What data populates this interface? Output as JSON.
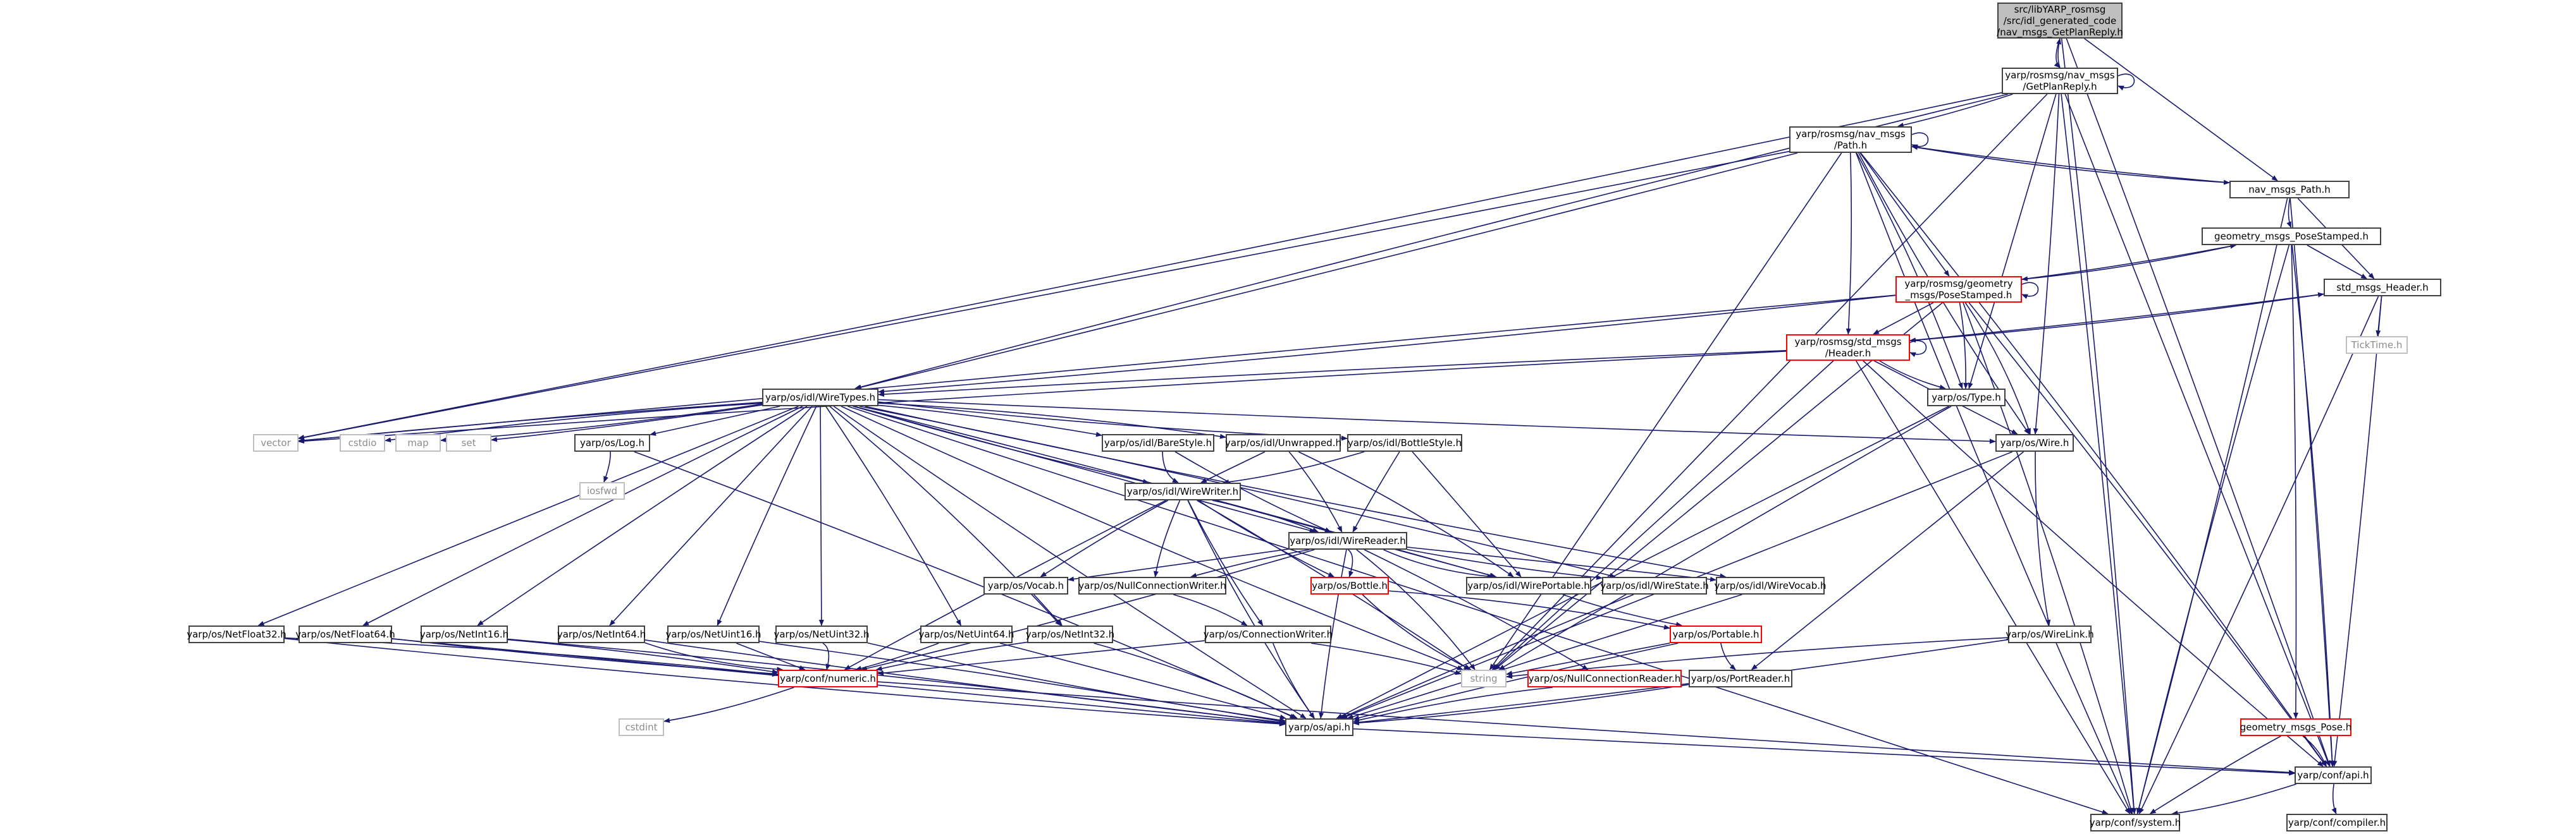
{
  "colors": {
    "edge": "#191970",
    "node_border": "#404040",
    "missing_border": "#ff0000",
    "external_border": "#bfbfbf",
    "root_fill": "#bfbfbf"
  },
  "nodes": [
    {
      "id": "root",
      "lines": [
        "src/libYARP_rosmsg",
        "/src/idl_generated_code",
        "/nav_msgs_GetPlanReply.h"
      ],
      "style": "root"
    },
    {
      "id": "getplan",
      "lines": [
        "yarp/rosmsg/nav_msgs",
        "/GetPlanReply.h"
      ],
      "style": "normal"
    },
    {
      "id": "path_h",
      "lines": [
        "yarp/rosmsg/nav_msgs",
        "/Path.h"
      ],
      "style": "normal"
    },
    {
      "id": "nav_path",
      "lines": [
        "nav_msgs_Path.h"
      ],
      "style": "normal"
    },
    {
      "id": "geo_ps",
      "lines": [
        "geometry_msgs_PoseStamped.h"
      ],
      "style": "normal"
    },
    {
      "id": "ros_geo_ps",
      "lines": [
        "yarp/rosmsg/geometry",
        "_msgs/PoseStamped.h"
      ],
      "style": "red"
    },
    {
      "id": "std_hdr",
      "lines": [
        "std_msgs_Header.h"
      ],
      "style": "normal"
    },
    {
      "id": "ros_std_hdr",
      "lines": [
        "yarp/rosmsg/std_msgs",
        "/Header.h"
      ],
      "style": "red"
    },
    {
      "id": "ticktime",
      "lines": [
        "TickTime.h"
      ],
      "style": "gray"
    },
    {
      "id": "type_h",
      "lines": [
        "yarp/os/Type.h"
      ],
      "style": "normal"
    },
    {
      "id": "wire_h",
      "lines": [
        "yarp/os/Wire.h"
      ],
      "style": "normal"
    },
    {
      "id": "wiretypes",
      "lines": [
        "yarp/os/idl/WireTypes.h"
      ],
      "style": "normal"
    },
    {
      "id": "vector",
      "lines": [
        "vector"
      ],
      "style": "gray"
    },
    {
      "id": "cstdio",
      "lines": [
        "cstdio"
      ],
      "style": "gray"
    },
    {
      "id": "map",
      "lines": [
        "map"
      ],
      "style": "gray"
    },
    {
      "id": "set",
      "lines": [
        "set"
      ],
      "style": "gray"
    },
    {
      "id": "log_h",
      "lines": [
        "yarp/os/Log.h"
      ],
      "style": "normal"
    },
    {
      "id": "iosfwd",
      "lines": [
        "iosfwd"
      ],
      "style": "gray"
    },
    {
      "id": "barestyle",
      "lines": [
        "yarp/os/idl/BareStyle.h"
      ],
      "style": "normal"
    },
    {
      "id": "unwrapped",
      "lines": [
        "yarp/os/idl/Unwrapped.h"
      ],
      "style": "normal"
    },
    {
      "id": "bottlestyle",
      "lines": [
        "yarp/os/idl/BottleStyle.h"
      ],
      "style": "normal"
    },
    {
      "id": "wirewriter",
      "lines": [
        "yarp/os/idl/WireWriter.h"
      ],
      "style": "normal"
    },
    {
      "id": "wirereader",
      "lines": [
        "yarp/os/idl/WireReader.h"
      ],
      "style": "normal"
    },
    {
      "id": "vocab_h",
      "lines": [
        "yarp/os/Vocab.h"
      ],
      "style": "normal"
    },
    {
      "id": "nullconnwriter",
      "lines": [
        "yarp/os/NullConnectionWriter.h"
      ],
      "style": "normal"
    },
    {
      "id": "bottle_h",
      "lines": [
        "yarp/os/Bottle.h"
      ],
      "style": "red"
    },
    {
      "id": "wireportable",
      "lines": [
        "yarp/os/idl/WirePortable.h"
      ],
      "style": "normal"
    },
    {
      "id": "wirestate",
      "lines": [
        "yarp/os/idl/WireState.h"
      ],
      "style": "normal"
    },
    {
      "id": "wirevocab",
      "lines": [
        "yarp/os/idl/WireVocab.h"
      ],
      "style": "normal"
    },
    {
      "id": "wirelink",
      "lines": [
        "yarp/os/WireLink.h"
      ],
      "style": "normal"
    },
    {
      "id": "netfloat32",
      "lines": [
        "yarp/os/NetFloat32.h"
      ],
      "style": "normal"
    },
    {
      "id": "netfloat64",
      "lines": [
        "yarp/os/NetFloat64.h"
      ],
      "style": "normal"
    },
    {
      "id": "netint16",
      "lines": [
        "yarp/os/NetInt16.h"
      ],
      "style": "normal"
    },
    {
      "id": "netint64",
      "lines": [
        "yarp/os/NetInt64.h"
      ],
      "style": "normal"
    },
    {
      "id": "netuint16",
      "lines": [
        "yarp/os/NetUint16.h"
      ],
      "style": "normal"
    },
    {
      "id": "netuint32",
      "lines": [
        "yarp/os/NetUint32.h"
      ],
      "style": "normal"
    },
    {
      "id": "netuint64",
      "lines": [
        "yarp/os/NetUint64.h"
      ],
      "style": "normal"
    },
    {
      "id": "netint32",
      "lines": [
        "yarp/os/NetInt32.h"
      ],
      "style": "normal"
    },
    {
      "id": "connwriter",
      "lines": [
        "yarp/os/ConnectionWriter.h"
      ],
      "style": "normal"
    },
    {
      "id": "portable_h",
      "lines": [
        "yarp/os/Portable.h"
      ],
      "style": "red"
    },
    {
      "id": "string",
      "lines": [
        "string"
      ],
      "style": "gray"
    },
    {
      "id": "nullconnreader",
      "lines": [
        "yarp/os/NullConnectionReader.h"
      ],
      "style": "red"
    },
    {
      "id": "portreader",
      "lines": [
        "yarp/os/PortReader.h"
      ],
      "style": "normal"
    },
    {
      "id": "numeric",
      "lines": [
        "yarp/conf/numeric.h"
      ],
      "style": "red"
    },
    {
      "id": "api_os",
      "lines": [
        "yarp/os/api.h"
      ],
      "style": "normal"
    },
    {
      "id": "cstdint",
      "lines": [
        "cstdint"
      ],
      "style": "gray"
    },
    {
      "id": "geo_pose",
      "lines": [
        "geometry_msgs_Pose.h"
      ],
      "style": "red"
    },
    {
      "id": "conf_api",
      "lines": [
        "yarp/conf/api.h"
      ],
      "style": "normal"
    },
    {
      "id": "conf_system",
      "lines": [
        "yarp/conf/system.h"
      ],
      "style": "normal"
    },
    {
      "id": "conf_compiler",
      "lines": [
        "yarp/conf/compiler.h"
      ],
      "style": "normal"
    }
  ],
  "edges": [
    [
      "root",
      "getplan"
    ],
    [
      "getplan",
      "root"
    ],
    [
      "root",
      "nav_path"
    ],
    [
      "root",
      "conf_api"
    ],
    [
      "root",
      "conf_system"
    ],
    [
      "getplan",
      "getplan"
    ],
    [
      "getplan",
      "path_h"
    ],
    [
      "getplan",
      "type_h"
    ],
    [
      "getplan",
      "wire_h"
    ],
    [
      "getplan",
      "wiretypes"
    ],
    [
      "getplan",
      "vector"
    ],
    [
      "getplan",
      "string"
    ],
    [
      "getplan",
      "conf_api"
    ],
    [
      "getplan",
      "conf_system"
    ],
    [
      "path_h",
      "path_h"
    ],
    [
      "path_h",
      "nav_path"
    ],
    [
      "nav_path",
      "path_h"
    ],
    [
      "path_h",
      "ros_geo_ps"
    ],
    [
      "path_h",
      "ros_std_hdr"
    ],
    [
      "path_h",
      "type_h"
    ],
    [
      "path_h",
      "wire_h"
    ],
    [
      "path_h",
      "wiretypes"
    ],
    [
      "path_h",
      "vector"
    ],
    [
      "path_h",
      "string"
    ],
    [
      "path_h",
      "conf_api"
    ],
    [
      "path_h",
      "conf_system"
    ],
    [
      "nav_path",
      "geo_ps"
    ],
    [
      "nav_path",
      "std_hdr"
    ],
    [
      "nav_path",
      "conf_api"
    ],
    [
      "nav_path",
      "conf_system"
    ],
    [
      "geo_ps",
      "ros_geo_ps"
    ],
    [
      "ros_geo_ps",
      "geo_ps"
    ],
    [
      "geo_ps",
      "std_hdr"
    ],
    [
      "geo_ps",
      "geo_pose"
    ],
    [
      "geo_ps",
      "conf_api"
    ],
    [
      "geo_ps",
      "conf_system"
    ],
    [
      "ros_geo_ps",
      "ros_geo_ps"
    ],
    [
      "ros_geo_ps",
      "ros_std_hdr"
    ],
    [
      "ros_geo_ps",
      "type_h"
    ],
    [
      "ros_geo_ps",
      "wire_h"
    ],
    [
      "ros_geo_ps",
      "wiretypes"
    ],
    [
      "ros_geo_ps",
      "vector"
    ],
    [
      "ros_geo_ps",
      "string"
    ],
    [
      "ros_geo_ps",
      "conf_api"
    ],
    [
      "ros_geo_ps",
      "conf_system"
    ],
    [
      "std_hdr",
      "ros_std_hdr"
    ],
    [
      "ros_std_hdr",
      "std_hdr"
    ],
    [
      "std_hdr",
      "ticktime"
    ],
    [
      "std_hdr",
      "conf_api"
    ],
    [
      "std_hdr",
      "conf_system"
    ],
    [
      "ros_std_hdr",
      "ros_std_hdr"
    ],
    [
      "ros_std_hdr",
      "type_h"
    ],
    [
      "ros_std_hdr",
      "wire_h"
    ],
    [
      "ros_std_hdr",
      "wiretypes"
    ],
    [
      "ros_std_hdr",
      "vector"
    ],
    [
      "ros_std_hdr",
      "string"
    ],
    [
      "ros_std_hdr",
      "conf_api"
    ],
    [
      "ros_std_hdr",
      "conf_system"
    ],
    [
      "type_h",
      "api_os"
    ],
    [
      "type_h",
      "string"
    ],
    [
      "wire_h",
      "wirelink"
    ],
    [
      "wire_h",
      "portreader"
    ],
    [
      "wire_h",
      "api_os"
    ],
    [
      "wiretypes",
      "vector"
    ],
    [
      "wiretypes",
      "cstdio"
    ],
    [
      "wiretypes",
      "map"
    ],
    [
      "wiretypes",
      "set"
    ],
    [
      "wiretypes",
      "log_h"
    ],
    [
      "wiretypes",
      "barestyle"
    ],
    [
      "wiretypes",
      "unwrapped"
    ],
    [
      "wiretypes",
      "bottlestyle"
    ],
    [
      "wiretypes",
      "wirewriter"
    ],
    [
      "wiretypes",
      "wirereader"
    ],
    [
      "wiretypes",
      "wireportable"
    ],
    [
      "wiretypes",
      "wirestate"
    ],
    [
      "wiretypes",
      "wirevocab"
    ],
    [
      "wiretypes",
      "wire_h"
    ],
    [
      "wiretypes",
      "netfloat32"
    ],
    [
      "wiretypes",
      "netfloat64"
    ],
    [
      "wiretypes",
      "netint16"
    ],
    [
      "wiretypes",
      "netint64"
    ],
    [
      "wiretypes",
      "netuint16"
    ],
    [
      "wiretypes",
      "netuint32"
    ],
    [
      "wiretypes",
      "netuint64"
    ],
    [
      "wiretypes",
      "netint32"
    ],
    [
      "wiretypes",
      "string"
    ],
    [
      "wiretypes",
      "api_os"
    ],
    [
      "wiretypes",
      "conf_system"
    ],
    [
      "log_h",
      "iosfwd"
    ],
    [
      "log_h",
      "api_os"
    ],
    [
      "barestyle",
      "wirewriter"
    ],
    [
      "barestyle",
      "wirereader"
    ],
    [
      "unwrapped",
      "wirewriter"
    ],
    [
      "unwrapped",
      "wirereader"
    ],
    [
      "unwrapped",
      "wireportable"
    ],
    [
      "bottlestyle",
      "wirewriter"
    ],
    [
      "bottlestyle",
      "wirereader"
    ],
    [
      "bottlestyle",
      "wireportable"
    ],
    [
      "wirewriter",
      "wirereader"
    ],
    [
      "wirewriter",
      "vocab_h"
    ],
    [
      "wirewriter",
      "nullconnwriter"
    ],
    [
      "wirewriter",
      "bottle_h"
    ],
    [
      "wirewriter",
      "wireportable"
    ],
    [
      "wirewriter",
      "string"
    ],
    [
      "wirewriter",
      "numeric"
    ],
    [
      "wirewriter",
      "api_os"
    ],
    [
      "wirewriter",
      "connwriter"
    ],
    [
      "wirereader",
      "vocab_h"
    ],
    [
      "wirereader",
      "nullconnwriter"
    ],
    [
      "wirereader",
      "bottle_h"
    ],
    [
      "wirereader",
      "wireportable"
    ],
    [
      "wirereader",
      "wirestate"
    ],
    [
      "wirereader",
      "wirevocab"
    ],
    [
      "wirereader",
      "nullconnreader"
    ],
    [
      "wirereader",
      "string"
    ],
    [
      "wirereader",
      "numeric"
    ],
    [
      "wirereader",
      "api_os"
    ],
    [
      "vocab_h",
      "netint32"
    ],
    [
      "nullconnwriter",
      "connwriter"
    ],
    [
      "bottle_h",
      "portable_h"
    ],
    [
      "bottle_h",
      "string"
    ],
    [
      "wireportable",
      "portable_h"
    ],
    [
      "wirevocab",
      "api_os"
    ],
    [
      "wirestate",
      "api_os"
    ],
    [
      "wirelink",
      "string"
    ],
    [
      "wirelink",
      "api_os"
    ],
    [
      "portable_h",
      "portreader"
    ],
    [
      "portable_h",
      "string"
    ],
    [
      "portable_h",
      "api_os"
    ],
    [
      "nullconnreader",
      "api_os"
    ],
    [
      "portreader",
      "api_os"
    ],
    [
      "connwriter",
      "api_os"
    ],
    [
      "connwriter",
      "numeric"
    ],
    [
      "connwriter",
      "string"
    ],
    [
      "netfloat32",
      "numeric"
    ],
    [
      "netfloat32",
      "api_os"
    ],
    [
      "netfloat64",
      "numeric"
    ],
    [
      "netfloat64",
      "api_os"
    ],
    [
      "netint16",
      "numeric"
    ],
    [
      "netint16",
      "api_os"
    ],
    [
      "netint64",
      "numeric"
    ],
    [
      "netint64",
      "api_os"
    ],
    [
      "netuint16",
      "numeric"
    ],
    [
      "netuint16",
      "api_os"
    ],
    [
      "netuint32",
      "numeric"
    ],
    [
      "netuint32",
      "api_os"
    ],
    [
      "netuint64",
      "numeric"
    ],
    [
      "netuint64",
      "api_os"
    ],
    [
      "netint32",
      "numeric"
    ],
    [
      "netint32",
      "api_os"
    ],
    [
      "numeric",
      "cstdint"
    ],
    [
      "numeric",
      "conf_api"
    ],
    [
      "api_os",
      "conf_api"
    ],
    [
      "geo_pose",
      "conf_api"
    ],
    [
      "geo_pose",
      "conf_system"
    ],
    [
      "conf_api",
      "conf_system"
    ],
    [
      "conf_api",
      "conf_compiler"
    ]
  ]
}
